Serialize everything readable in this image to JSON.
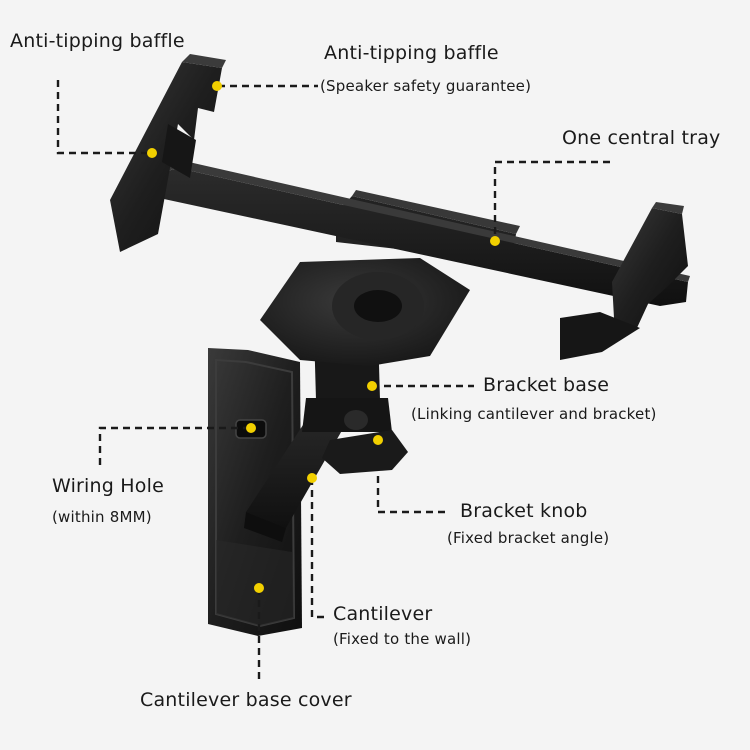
{
  "colors": {
    "background": "#f4f4f4",
    "metal": "#1c1c1c",
    "marker": "#f2d000",
    "text": "#1a1a1a"
  },
  "labels": {
    "baffle_left": {
      "title": "Anti-tipping baffle"
    },
    "baffle_right": {
      "title": "Anti-tipping baffle",
      "note": "(Speaker safety guarantee)"
    },
    "central_tray": {
      "title": "One central tray"
    },
    "bracket_base": {
      "title": "Bracket base",
      "note": "(Linking cantilever and bracket)"
    },
    "wiring_hole": {
      "title": "Wiring Hole",
      "note": "(within 8MM)"
    },
    "bracket_knob": {
      "title": "Bracket knob",
      "note": "(Fixed bracket angle)"
    },
    "cantilever": {
      "title": "Cantilever",
      "note": "(Fixed to the wall)"
    },
    "cantilever_base_cover": {
      "title": "Cantilever base cover"
    }
  }
}
